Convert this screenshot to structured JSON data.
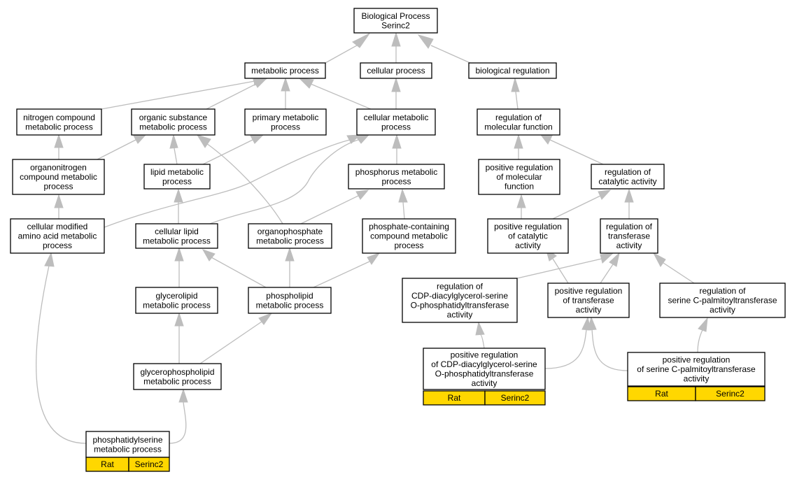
{
  "colors": {
    "edge": "#bdbdbd",
    "node_border": "#000000",
    "node_fill": "#ffffff",
    "annotation_fill": "#ffd700"
  },
  "nodes": {
    "root": {
      "lines": [
        "Biological Process",
        "Serinc2"
      ]
    },
    "metabolic": {
      "lines": [
        "metabolic process"
      ]
    },
    "cellular": {
      "lines": [
        "cellular process"
      ]
    },
    "bioreg": {
      "lines": [
        "biological regulation"
      ]
    },
    "nitrogen": {
      "lines": [
        "nitrogen compound",
        "metabolic process"
      ]
    },
    "organic": {
      "lines": [
        "organic substance",
        "metabolic process"
      ]
    },
    "primary": {
      "lines": [
        "primary metabolic",
        "process"
      ]
    },
    "cellmeta": {
      "lines": [
        "cellular metabolic",
        "process"
      ]
    },
    "regmol": {
      "lines": [
        "regulation of",
        "molecular function"
      ]
    },
    "organonitro": {
      "lines": [
        "organonitrogen",
        "compound metabolic",
        "process"
      ]
    },
    "lipid": {
      "lines": [
        "lipid metabolic",
        "process"
      ]
    },
    "phosphorus": {
      "lines": [
        "phosphorus metabolic",
        "process"
      ]
    },
    "posregmol": {
      "lines": [
        "positive regulation",
        "of molecular",
        "function"
      ]
    },
    "regcat": {
      "lines": [
        "regulation of",
        "catalytic activity"
      ]
    },
    "cellmod": {
      "lines": [
        "cellular modified",
        "amino acid metabolic",
        "process"
      ]
    },
    "celllipid": {
      "lines": [
        "cellular lipid",
        "metabolic process"
      ]
    },
    "organophos": {
      "lines": [
        "organophosphate",
        "metabolic process"
      ]
    },
    "phoscont": {
      "lines": [
        "phosphate-containing",
        "compound metabolic",
        "process"
      ]
    },
    "posregcat": {
      "lines": [
        "positive regulation",
        "of catalytic",
        "activity"
      ]
    },
    "regtrans": {
      "lines": [
        "regulation of",
        "transferase",
        "activity"
      ]
    },
    "glycerolipid": {
      "lines": [
        "glycerolipid",
        "metabolic process"
      ]
    },
    "phospholipid": {
      "lines": [
        "phospholipid",
        "metabolic process"
      ]
    },
    "regcdp": {
      "lines": [
        "regulation of",
        "CDP-diacylglycerol-serine",
        "O-phosphatidyltransferase",
        "activity"
      ]
    },
    "posregtrans": {
      "lines": [
        "positive regulation",
        "of transferase",
        "activity"
      ]
    },
    "regserine": {
      "lines": [
        "regulation of",
        "serine C-palmitoyltransferase",
        "activity"
      ]
    },
    "glycerophos": {
      "lines": [
        "glycerophospholipid",
        "metabolic process"
      ]
    },
    "posregcdp": {
      "lines": [
        "positive regulation",
        "of CDP-diacylglycerol-serine",
        "O-phosphatidyltransferase",
        "activity"
      ],
      "annotations": [
        "Rat",
        "Serinc2"
      ]
    },
    "posregserine": {
      "lines": [
        "positive regulation",
        "of serine C-palmitoyltransferase",
        "activity"
      ],
      "annotations": [
        "Rat",
        "Serinc2"
      ]
    },
    "phosser": {
      "lines": [
        "phosphatidylserine",
        "metabolic process"
      ],
      "annotations": [
        "Rat",
        "Serinc2"
      ]
    }
  }
}
